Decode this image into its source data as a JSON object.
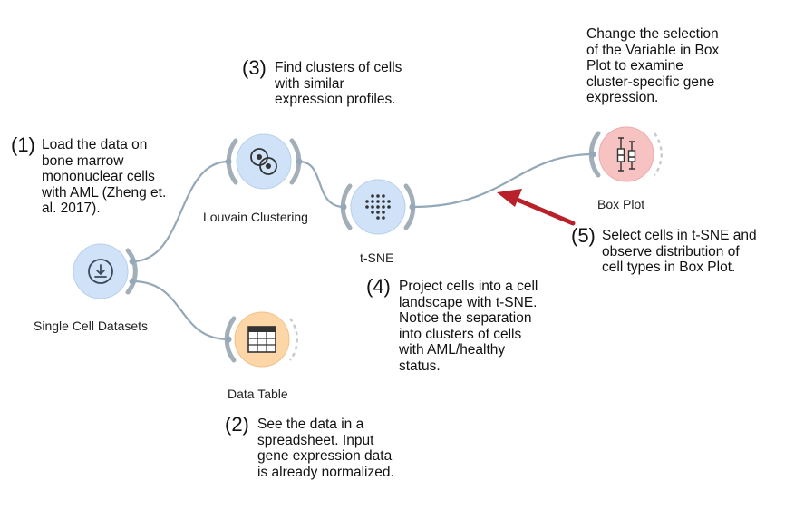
{
  "widgets": {
    "single_cell_datasets": {
      "label": "Single Cell Datasets",
      "icon": "download-icon",
      "color": "#cfe2f7"
    },
    "louvain_clustering": {
      "label": "Louvain Clustering",
      "icon": "cluster-icon",
      "color": "#cfe2f7"
    },
    "tsne": {
      "label": "t-SNE",
      "icon": "dot-grid-icon",
      "color": "#cfe2f7"
    },
    "data_table": {
      "label": "Data Table",
      "icon": "table-icon",
      "color": "#fcd6a6"
    },
    "box_plot": {
      "label": "Box Plot",
      "icon": "box-plot-icon",
      "color": "#f7c2c2"
    }
  },
  "notes": {
    "n1": {
      "num": "(1)",
      "lines": [
        "Load the data on",
        "bone marrow",
        "mononuclear cells",
        "with AML (Zheng et.",
        "al. 2017)."
      ]
    },
    "n2": {
      "num": "(2)",
      "lines": [
        "See the data in a",
        "spreadsheet. Input",
        "gene expression data",
        "is already normalized."
      ]
    },
    "n3": {
      "num": "(3)",
      "lines": [
        "Find clusters of cells",
        "with similar",
        "expression profiles."
      ]
    },
    "n4": {
      "num": "(4)",
      "lines": [
        "Project cells into a cell",
        "landscape with t-SNE.",
        "Notice the separation",
        "into clusters of cells",
        "with AML/healthy",
        "status."
      ]
    },
    "n5": {
      "num": "(5)",
      "lines": [
        "Select cells in t-SNE and",
        "observe distribution of",
        "cell types in Box Plot."
      ]
    },
    "n6": {
      "num": "",
      "lines": [
        "Change the selection",
        "of the Variable in Box",
        "Plot to examine",
        "cluster-specific gene",
        "expression."
      ]
    }
  },
  "colors": {
    "link": "#94a8b8",
    "arrow": "#b8202a",
    "arc": "#a3afb8"
  }
}
